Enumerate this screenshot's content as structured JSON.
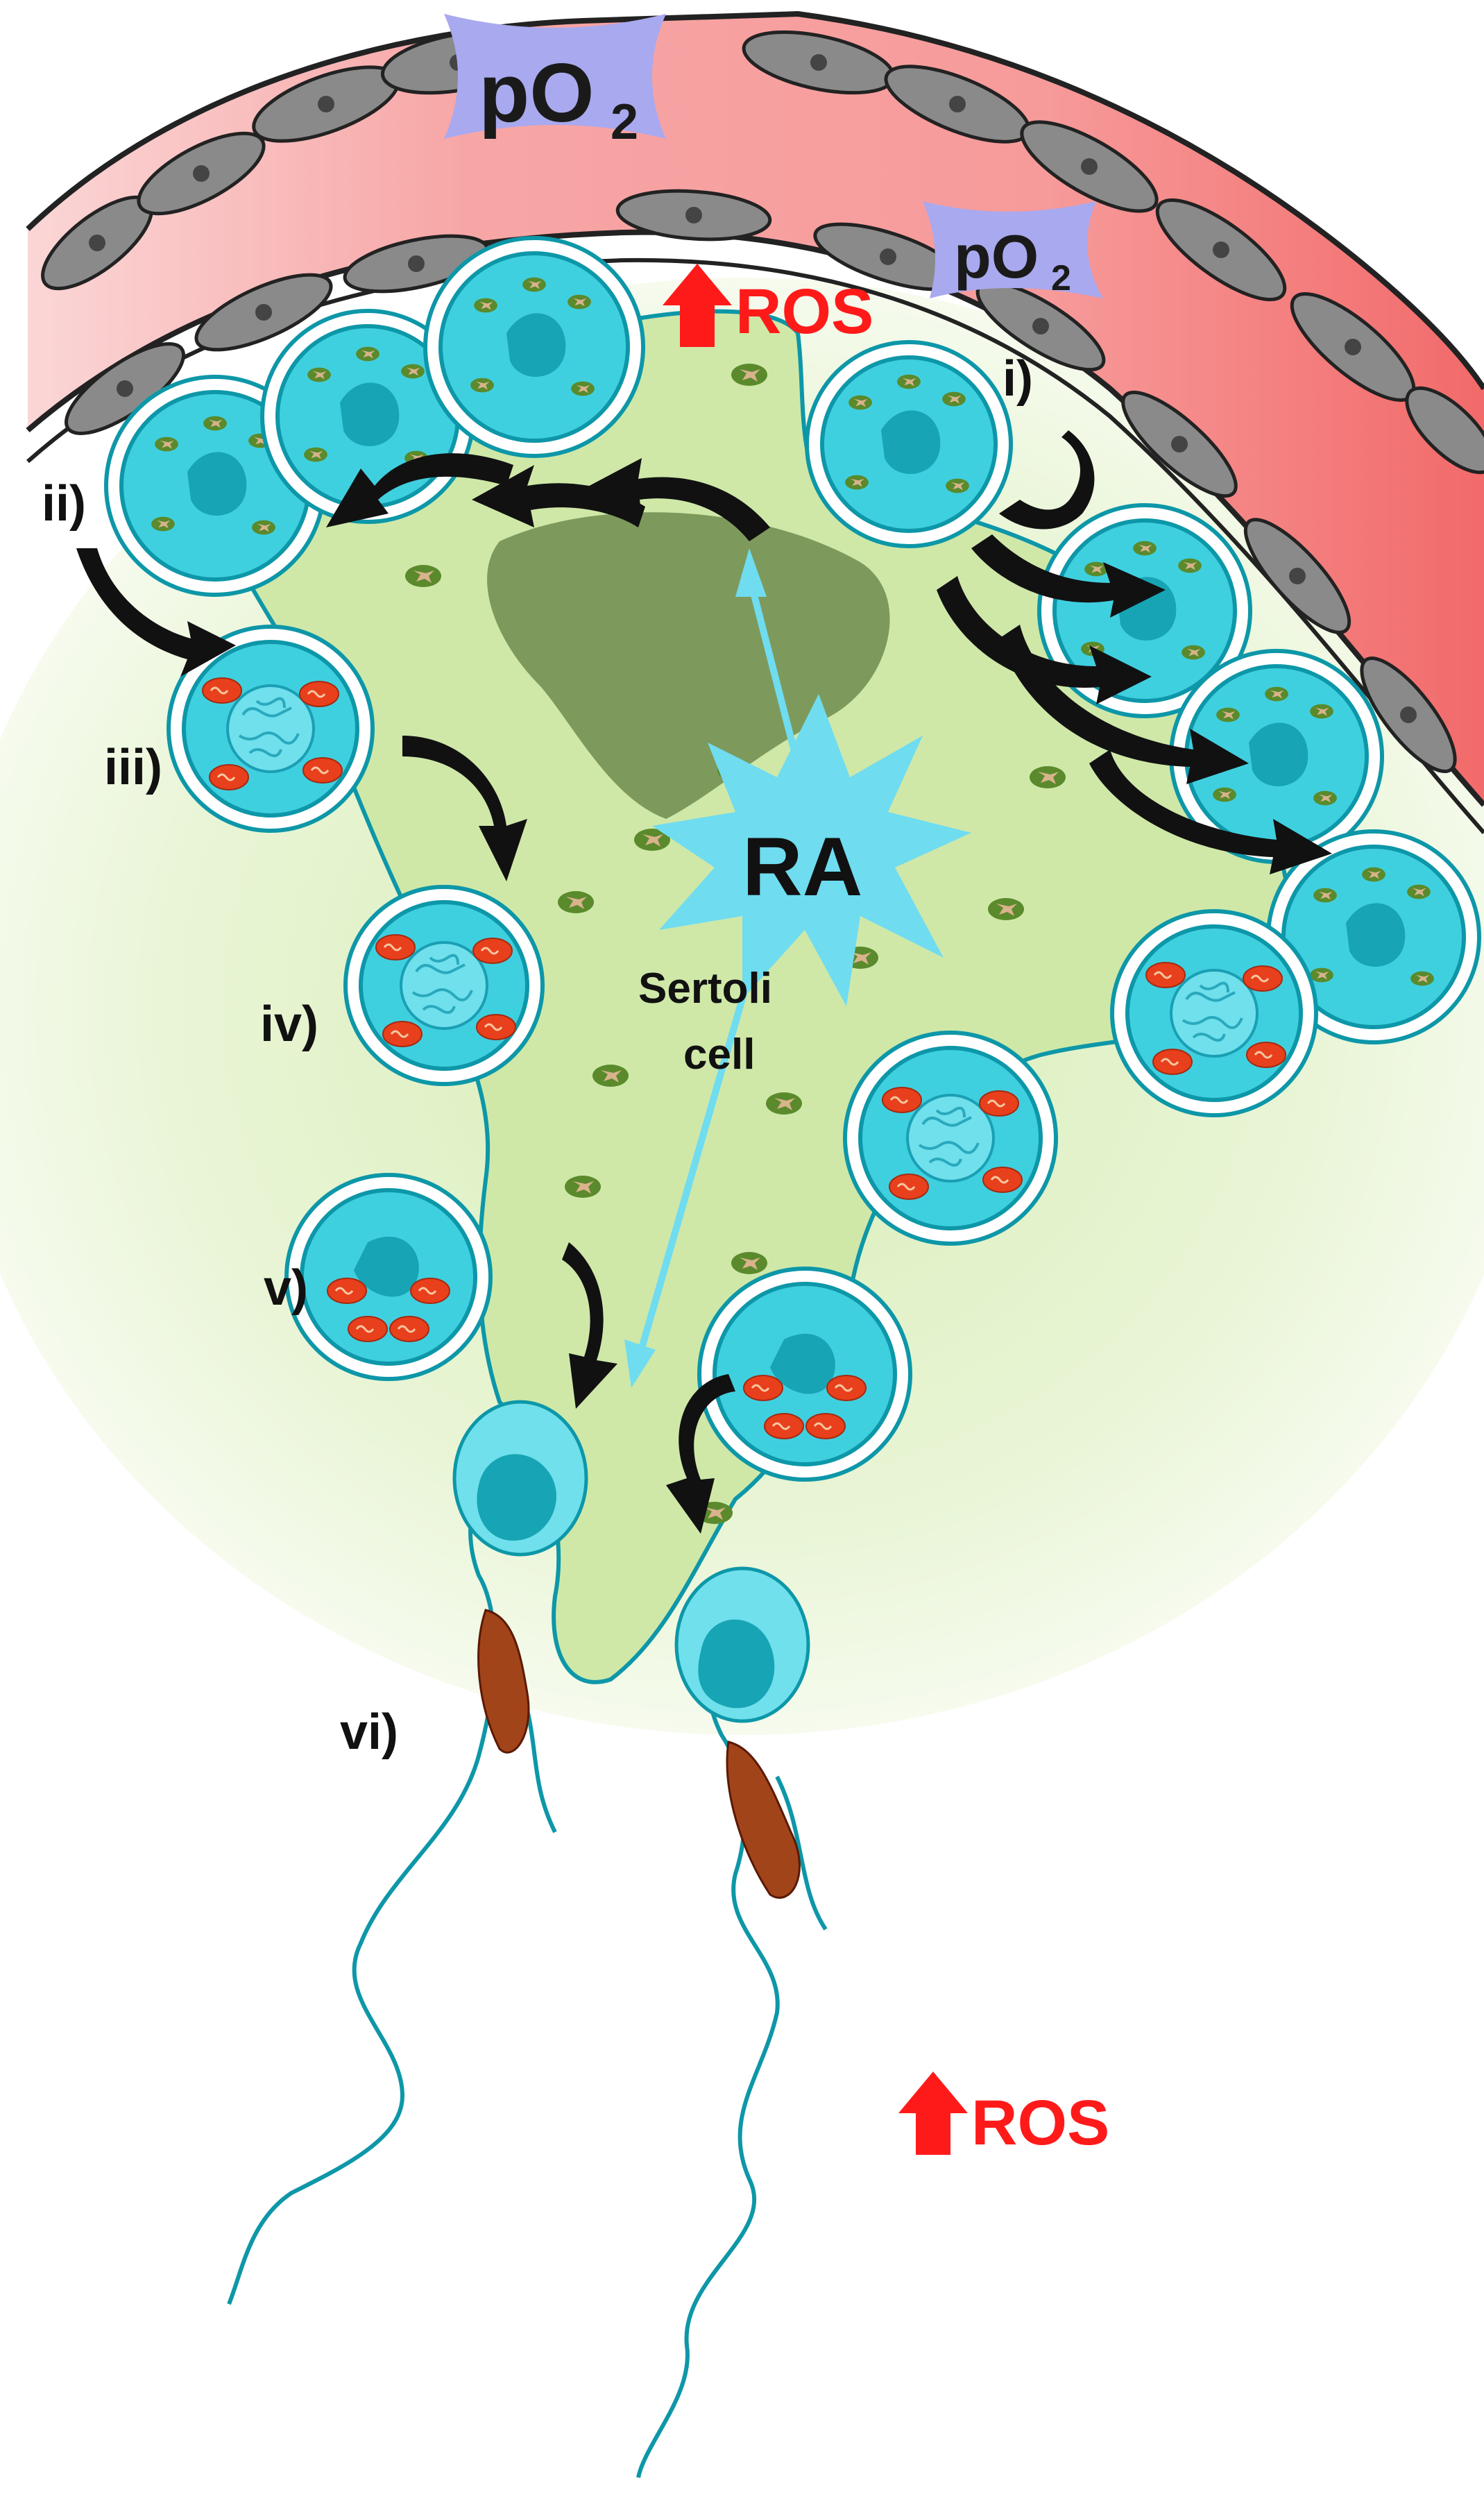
{
  "labels": {
    "po2_large": "pO",
    "po2_large_sub": "2",
    "po2_small": "pO",
    "po2_small_sub": "2",
    "ros_top": "ROS",
    "ros_bottom": "ROS",
    "ra": "RA",
    "sertoli_line1": "Sertoli",
    "sertoli_line2": "cell",
    "stage_i": "i)",
    "stage_ii": "ii)",
    "stage_iii": "iii)",
    "stage_iv": "iv)",
    "stage_v": "v)",
    "stage_vi": "vi)"
  },
  "colors": {
    "ros_red": "#ff1a1a",
    "cell_cyan": "#3fd0e0",
    "cell_outline": "#0d97a8",
    "sertoli_green": "#cfe8a8",
    "nucleus_dark": "#7d9a5c",
    "vessel_pink": "#f7a5a5",
    "po2_lavender": "#a9a9ef",
    "ra_star": "#6fdcf0"
  }
}
